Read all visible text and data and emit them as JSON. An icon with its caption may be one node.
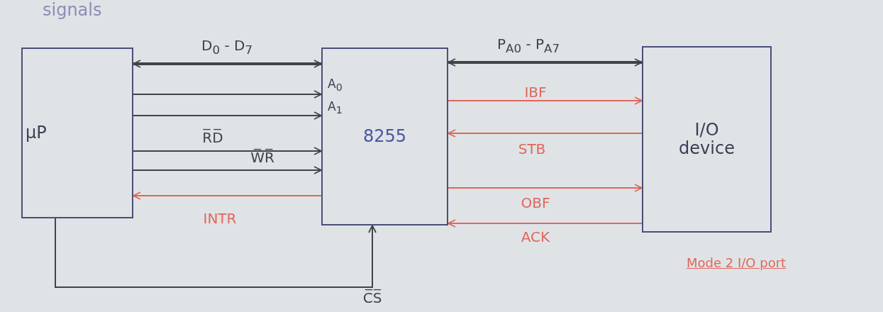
{
  "diagram": {
    "nodes": [
      {
        "text": [
          "µP"
        ]
      },
      {
        "text": [
          "8255"
        ]
      },
      {
        "text": [
          "I/O device"
        ]
      }
    ],
    "edges": [
      {
        "from": 0,
        "to": 1,
        "arrow": "both",
        "label": "D$_{0}$ - D$_{7}$",
        "style": "thick"
      },
      {
        "from": 0,
        "to": 1,
        "arrow": "to"
      },
      {
        "from": 0,
        "to": 1,
        "arrow": "to"
      },
      {
        "from": 0,
        "to": 1,
        "arrow": "to",
        "label": "R̅D̅"
      },
      {
        "from": 0,
        "to": 1,
        "arrow": "to",
        "label": "W̅R̅"
      },
      {
        "from": 1,
        "to": 0,
        "arrow": "to",
        "label": "INTR",
        "color": "#e0675c"
      },
      {
        "from": 0,
        "to": 1,
        "arrow": "to",
        "label": "C̅S̅"
      },
      {
        "from": 1,
        "to": 2,
        "arrow": "both",
        "label": "P$_{A0}$ - P$_{A7}$",
        "style": "thick"
      },
      {
        "from": 1,
        "to": 2,
        "arrow": "to",
        "label": "IBF",
        "color": "#e0675c"
      },
      {
        "from": 2,
        "to": 1,
        "arrow": "to",
        "label": "STB",
        "color": "#e0675c"
      },
      {
        "from": 1,
        "to": 2,
        "arrow": "to",
        "label": "OBF",
        "color": "#e0675c"
      },
      {
        "from": 2,
        "to": 1,
        "arrow": "to",
        "label": "ACK",
        "color": "#e0675c"
      }
    ],
    "labels": [
      "signals",
      "A$_{0}$",
      "A$_{1}$",
      "Mode 2 I/O port"
    ]
  }
}
